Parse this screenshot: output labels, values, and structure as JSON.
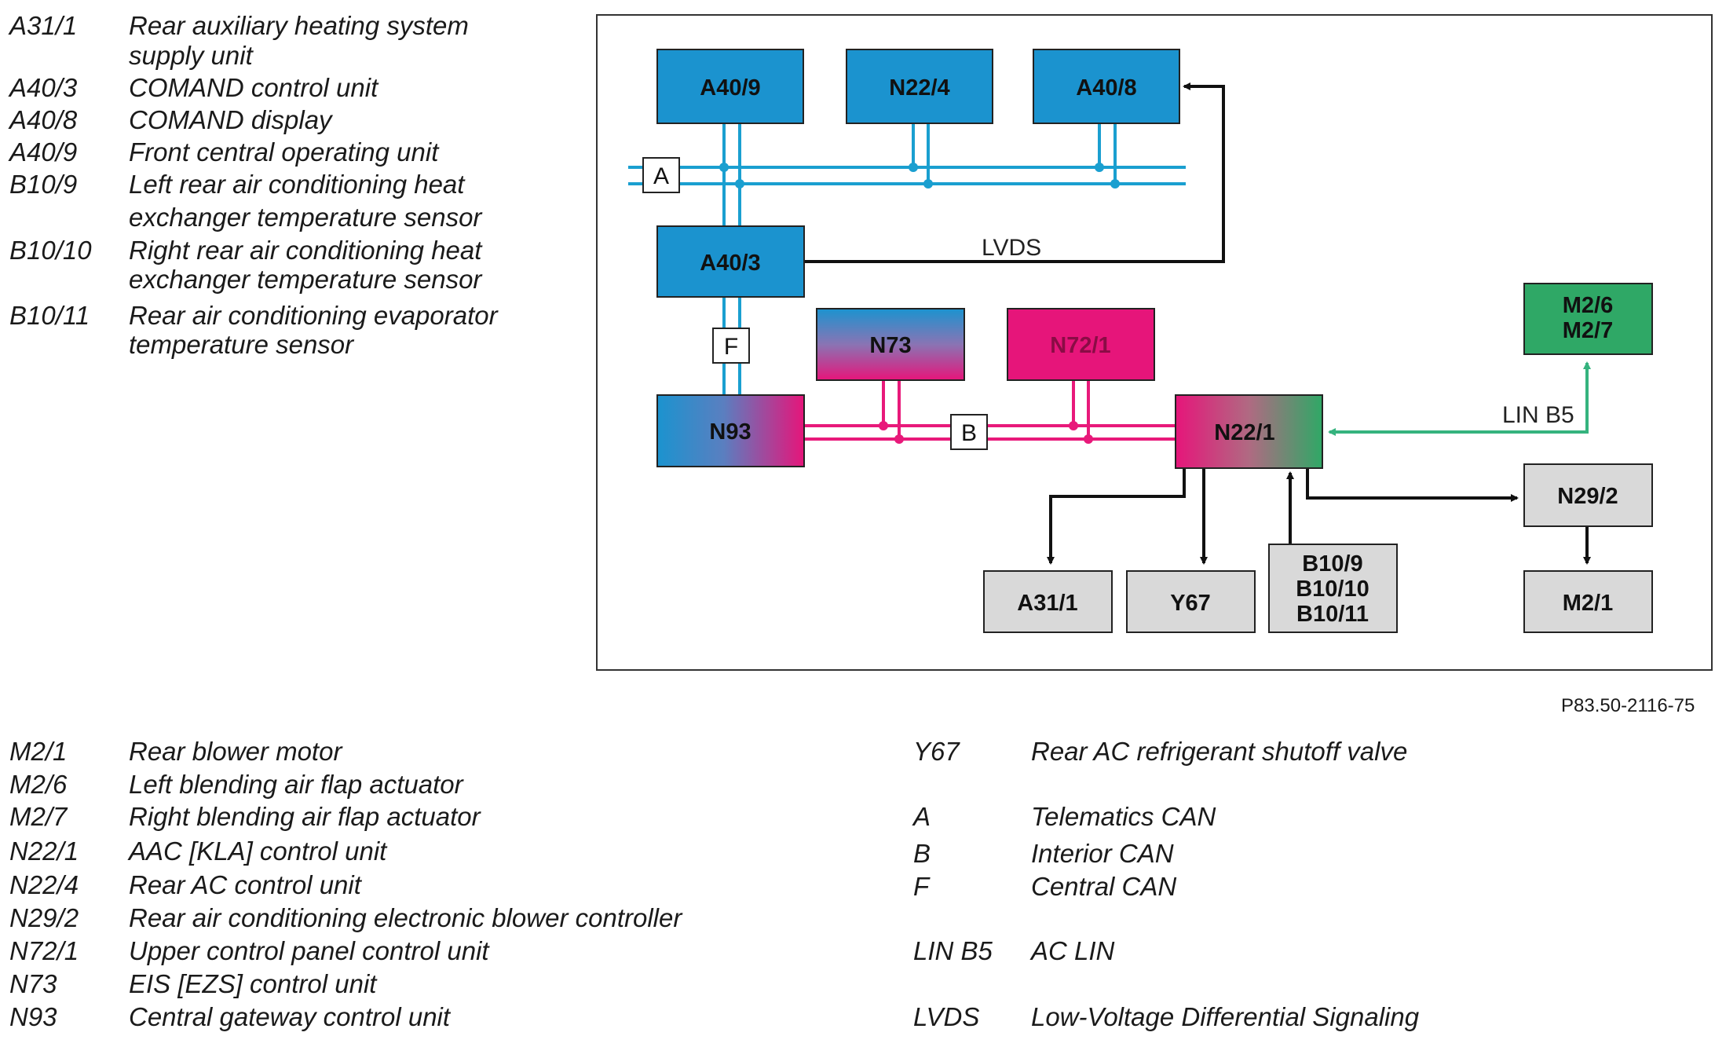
{
  "legend_top": [
    {
      "code": "A31/1",
      "desc": [
        "Rear auxiliary heating system",
        "supply unit"
      ]
    },
    {
      "code": "A40/3",
      "desc": [
        "COMAND control unit"
      ]
    },
    {
      "code": "A40/8",
      "desc": [
        "COMAND display"
      ]
    },
    {
      "code": "A40/9",
      "desc": [
        "Front central operating unit"
      ]
    },
    {
      "code": "B10/9",
      "desc": [
        "Left rear air conditioning heat",
        "exchanger temperature sensor"
      ]
    },
    {
      "code": "B10/10",
      "desc": [
        "Right rear air conditioning heat",
        "exchanger temperature sensor"
      ]
    },
    {
      "code": "B10/11",
      "desc": [
        "Rear air conditioning evaporator",
        "temperature sensor"
      ]
    }
  ],
  "legend_bottom_left": [
    {
      "code": "M2/1",
      "desc": "Rear blower motor"
    },
    {
      "code": "M2/6",
      "desc": "Left blending air flap actuator"
    },
    {
      "code": "M2/7",
      "desc": "Right blending air flap actuator"
    },
    {
      "code": "N22/1",
      "desc": "AAC [KLA] control unit"
    },
    {
      "code": "N22/4",
      "desc": "Rear AC control unit"
    },
    {
      "code": "N29/2",
      "desc": "Rear air conditioning electronic blower controller"
    },
    {
      "code": "N72/1",
      "desc": "Upper control panel control unit"
    },
    {
      "code": "N73",
      "desc": "EIS [EZS] control unit"
    },
    {
      "code": "N93",
      "desc": "Central gateway control unit"
    }
  ],
  "legend_bottom_right": [
    {
      "code": "Y67",
      "desc": "Rear AC refrigerant shutoff valve"
    },
    {
      "code": "A",
      "desc": "Telematics CAN"
    },
    {
      "code": "B",
      "desc": "Interior CAN"
    },
    {
      "code": "F",
      "desc": "Central CAN"
    },
    {
      "code": "LIN B5",
      "desc": "AC LIN"
    },
    {
      "code": "LVDS",
      "desc": "Low-Voltage Differential Signaling"
    }
  ],
  "reference_number": "P83.50-2116-75",
  "diagram": {
    "modules": {
      "a40_9": "A40/9",
      "n22_4": "N22/4",
      "a40_8": "A40/8",
      "a40_3": "A40/3",
      "n73": "N73",
      "n72_1": "N72/1",
      "m2_6_m2_7": [
        "M2/6",
        "M2/7"
      ],
      "n93": "N93",
      "n22_1": "N22/1",
      "n29_2": "N29/2",
      "a31_1": "A31/1",
      "y67": "Y67",
      "b10_sensors": [
        "B10/9",
        "B10/10",
        "B10/11"
      ],
      "m2_1": "M2/1"
    },
    "bus_tags": {
      "telematics": "A",
      "central": "F",
      "interior": "B"
    },
    "line_labels": {
      "lvds": "LVDS",
      "lin": "LIN B5"
    }
  },
  "colors": {
    "telematics_can": "#1a9fd0",
    "interior_can": "#e8197a",
    "lin": "#35b37e",
    "module_blue": "#1b93cf",
    "module_magenta": "#e6157a",
    "module_green": "#2fa866",
    "module_gray": "#d9d9d9"
  }
}
